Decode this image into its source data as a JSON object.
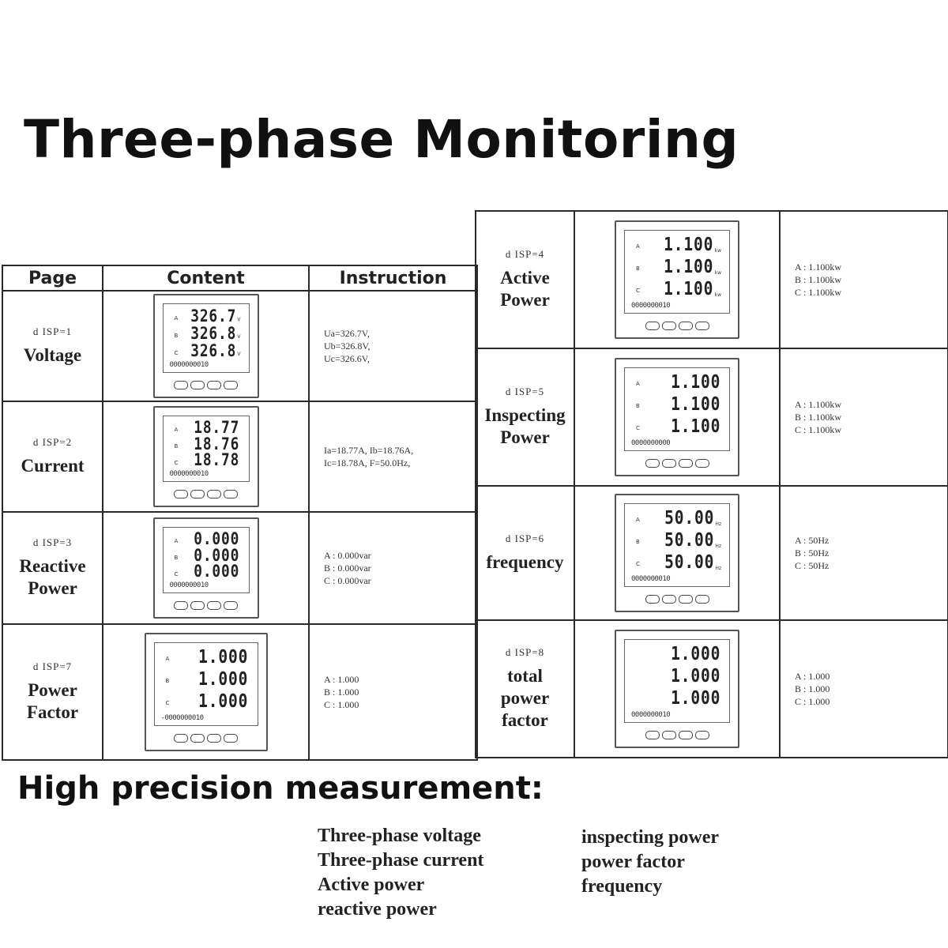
{
  "title": "Three-phase Monitoring",
  "left_table": {
    "headers": {
      "page": "Page",
      "content": "Content",
      "instruction": "Instruction"
    },
    "rows": [
      {
        "code": "d ISP=1",
        "name": [
          "Voltage"
        ],
        "instr": [
          "Ua=326.7V,",
          "Ub=326.8V,",
          "Uc=326.6V,"
        ],
        "lcd": {
          "marks": [
            "A",
            "B",
            "C"
          ],
          "values": [
            "326.7",
            "326.8",
            "326.8"
          ],
          "units": [
            "V",
            "V",
            "V"
          ],
          "bar": "0000000010"
        }
      },
      {
        "code": "d ISP=2",
        "name": [
          "Current"
        ],
        "instr": [
          "Ia=18.77A, Ib=18.76A,",
          "Ic=18.78A, F=50.0Hz,"
        ],
        "lcd": {
          "marks": [
            "A",
            "B",
            "C"
          ],
          "values": [
            "18.77",
            "18.76",
            "18.78"
          ],
          "units": [
            "",
            "",
            ""
          ],
          "bar": "0000000010"
        }
      },
      {
        "code": "d ISP=3",
        "name": [
          "Reactive",
          "Power"
        ],
        "instr": [
          "A  : 0.000var",
          "B  : 0.000var",
          "C  : 0.000var"
        ],
        "lcd": {
          "marks": [
            "A",
            "B",
            "C"
          ],
          "values": [
            "0.000",
            "0.000",
            "0.000"
          ],
          "units": [
            "",
            "",
            ""
          ],
          "bar": "0000000010"
        }
      },
      {
        "code": "d ISP=7",
        "name": [
          "Power",
          "Factor"
        ],
        "instr": [
          "A : 1.000",
          "B : 1.000",
          "C : 1.000"
        ],
        "lcd": {
          "marks": [
            "A",
            "B",
            "C"
          ],
          "values": [
            "1.000",
            "1.000",
            "1.000"
          ],
          "units": [
            "",
            "",
            ""
          ],
          "bar": "-0000000010"
        }
      }
    ]
  },
  "right_table": {
    "rows": [
      {
        "code": "d ISP=4",
        "name": [
          "Active",
          "Power"
        ],
        "instr": [
          "A : 1.100kw",
          "B : 1.100kw",
          "C : 1.100kw"
        ],
        "lcd": {
          "marks": [
            "A",
            "B",
            "C"
          ],
          "values": [
            "1.100",
            "1.100",
            "1.100"
          ],
          "units": [
            "kw",
            "kw",
            "kw"
          ],
          "bar": "0000000010"
        }
      },
      {
        "code": "d ISP=5",
        "name": [
          "Inspecting",
          "Power"
        ],
        "instr": [
          "A : 1.100kw",
          "B : 1.100kw",
          "C : 1.100kw"
        ],
        "lcd": {
          "marks": [
            "A",
            "B",
            "C"
          ],
          "values": [
            "1.100",
            "1.100",
            "1.100"
          ],
          "units": [
            "",
            "",
            ""
          ],
          "bar": "0000000000"
        }
      },
      {
        "code": "d ISP=6",
        "name": [
          "frequency"
        ],
        "instr": [
          "A : 50Hz",
          "B : 50Hz",
          "C : 50Hz"
        ],
        "lcd": {
          "marks": [
            "A",
            "B",
            "C"
          ],
          "values": [
            "50.00",
            "50.00",
            "50.00"
          ],
          "units": [
            "Hz",
            "Hz",
            "Hz"
          ],
          "bar": "0000000010"
        }
      },
      {
        "code": "d ISP=8",
        "name": [
          "total",
          "power",
          "factor"
        ],
        "instr": [
          "A : 1.000",
          "B : 1.000",
          "C : 1.000"
        ],
        "lcd": {
          "marks": [
            "",
            "",
            ""
          ],
          "values": [
            "1.000",
            "1.000",
            "1.000"
          ],
          "units": [
            "",
            "",
            ""
          ],
          "bar": "0000000010"
        }
      }
    ]
  },
  "subtitle": "High precision measurement:",
  "features_left": [
    "Three-phase voltage",
    "Three-phase current",
    "Active power",
    "reactive power"
  ],
  "features_right": [
    "inspecting power",
    "power factor",
    "frequency"
  ]
}
